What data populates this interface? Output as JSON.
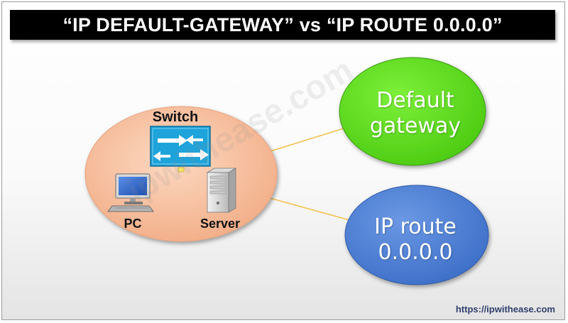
{
  "title": "“IP DEFAULT-GATEWAY” vs “IP ROUTE 0.0.0.0”",
  "network": {
    "switch_label": "Switch",
    "pc_label": "PC",
    "server_label": "Server"
  },
  "options": [
    {
      "lines": [
        "Default",
        "gateway"
      ],
      "color": "#5de11e"
    },
    {
      "lines": [
        "IP route",
        "0.0.0.0"
      ],
      "color": "#4a7fd6"
    }
  ],
  "watermark": "ipwithease.com",
  "footer_url": "https://ipwithease.com",
  "colors": {
    "network_circle": "#f5b895",
    "switch_body": "#1ea3db",
    "connector_line": "#f2c14e"
  },
  "icons": [
    "switch-icon",
    "pc-icon",
    "server-icon"
  ]
}
